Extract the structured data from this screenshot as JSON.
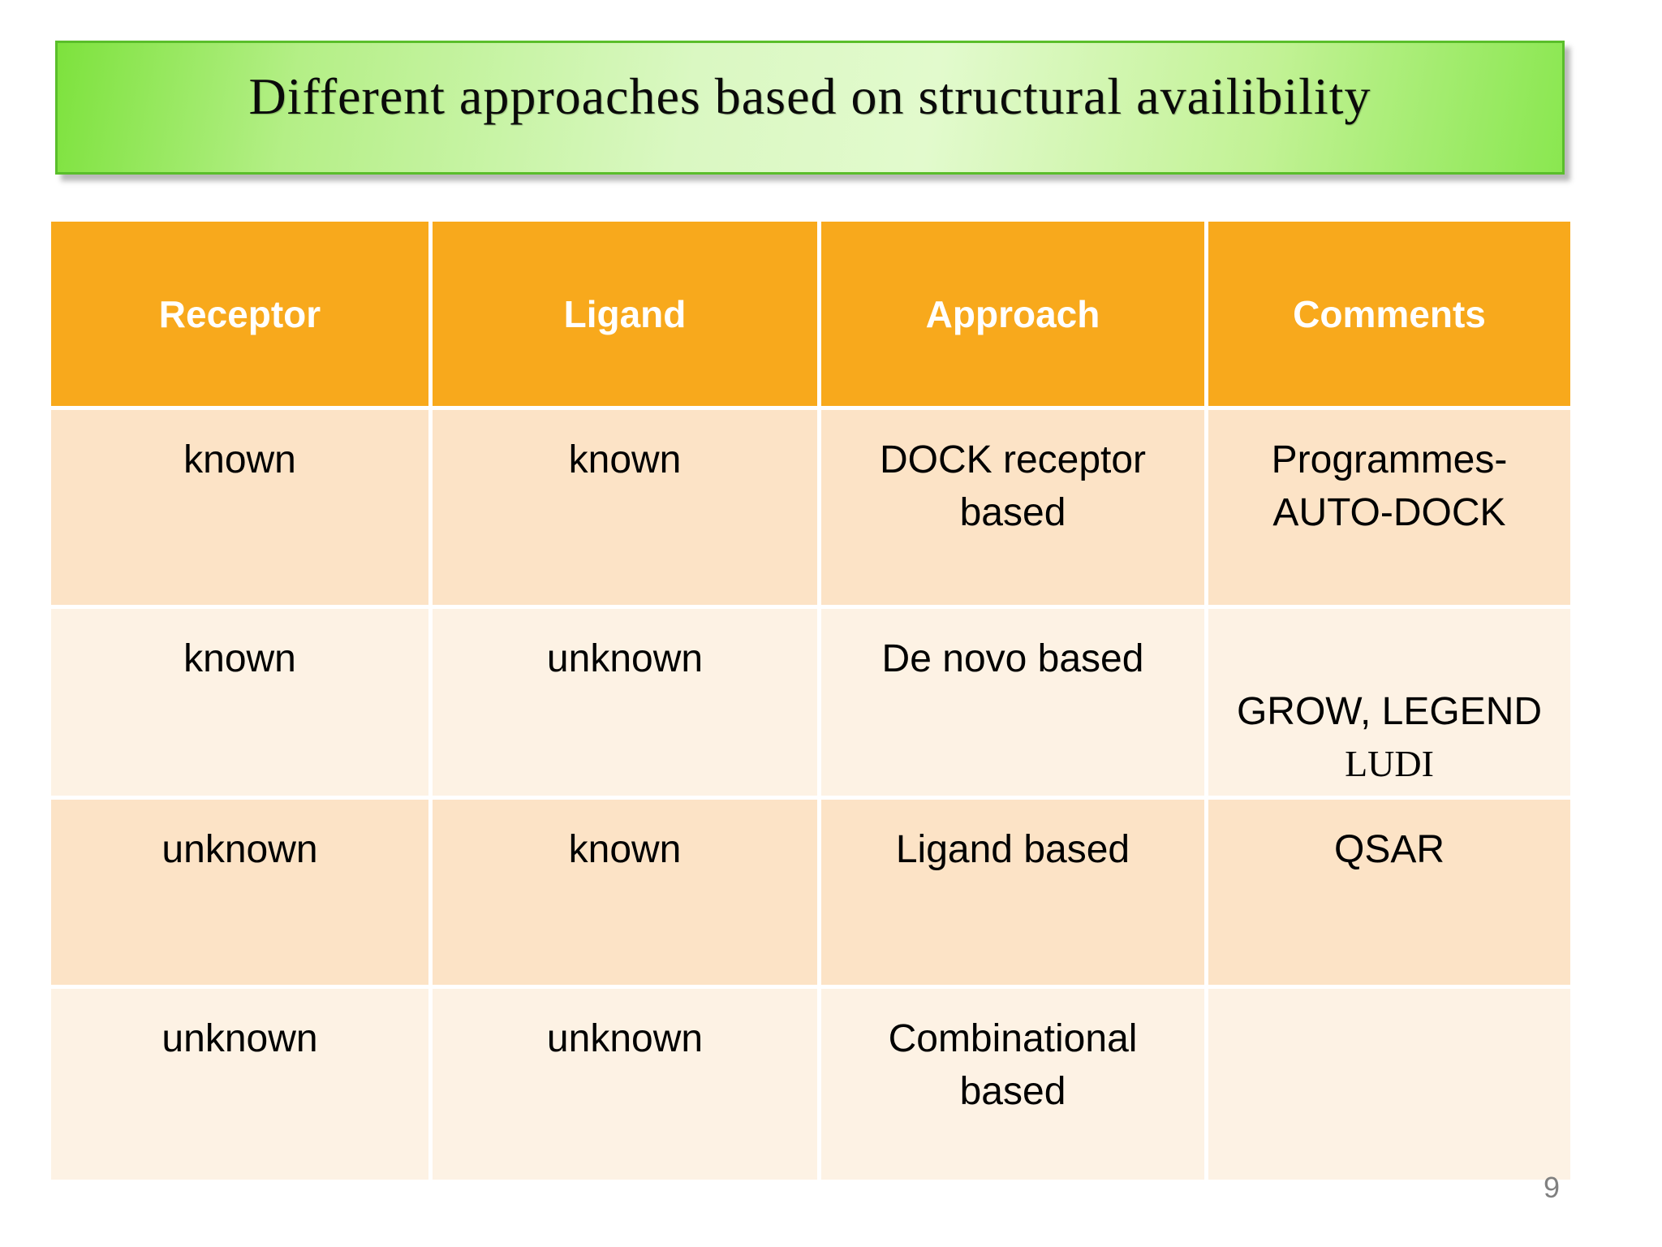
{
  "slide": {
    "title": "Different approaches based on structural availibility",
    "page_number": "9"
  },
  "table": {
    "headers": [
      "Receptor",
      "Ligand",
      "Approach",
      "Comments"
    ],
    "rows": [
      {
        "receptor": "known",
        "ligand": "known",
        "approach": "DOCK receptor\nbased",
        "comments": "Programmes-\nAUTO-DOCK"
      },
      {
        "receptor": "known",
        "ligand": "unknown",
        "approach": "De novo based",
        "comments": "GROW, LEGEND",
        "comments_line2": "LUDI"
      },
      {
        "receptor": "unknown",
        "ligand": "known",
        "approach": "Ligand based",
        "comments": "QSAR"
      },
      {
        "receptor": "unknown",
        "ligand": "unknown",
        "approach": "Combinational\nbased",
        "comments": ""
      }
    ]
  },
  "colors": {
    "banner_green_edge": "#7DE23D",
    "banner_green_center": "#E2FACD",
    "banner_border": "#5ABE2B",
    "header_orange": "#F8A91C",
    "row_dark_peach": "#FCE3C6",
    "row_light_peach": "#FDF2E4",
    "page_number_gray": "#808080"
  }
}
